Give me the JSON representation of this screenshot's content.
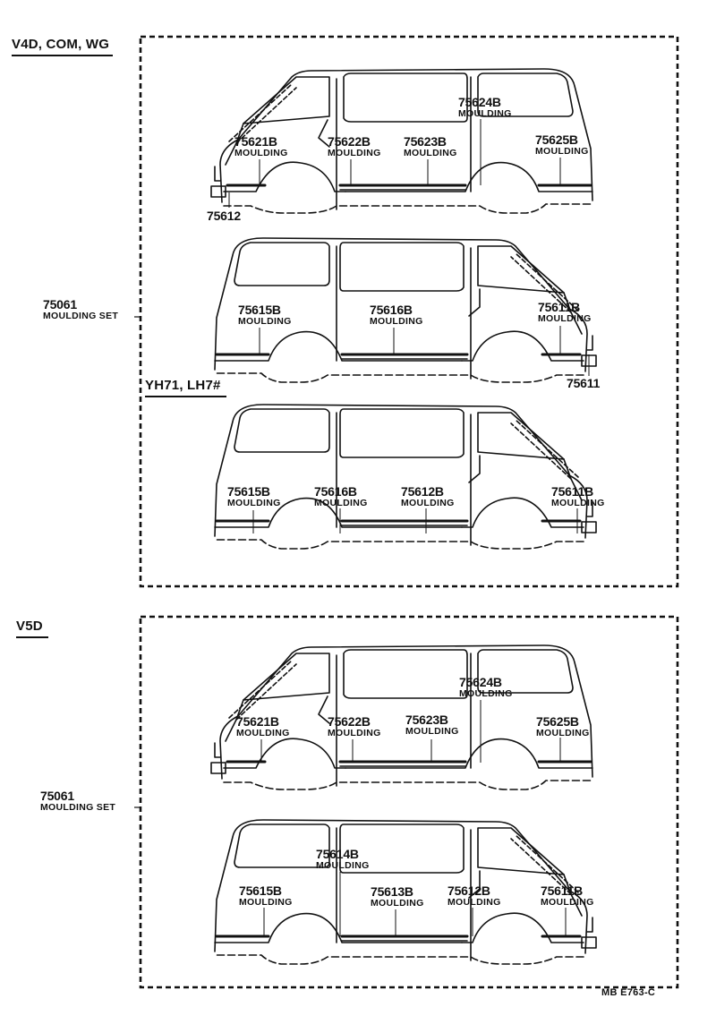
{
  "sections": {
    "v4d": "V4D, COM, WG",
    "yh71": "YH71, LH7#",
    "v5d": "V5D"
  },
  "moulding_word": "MOULDING",
  "moulding_set": {
    "number": "75061",
    "label": "MOULDING SET"
  },
  "parts": {
    "p75612": "75612",
    "p75611": "75611",
    "p75621B": "75621B",
    "p75622B": "75622B",
    "p75623B": "75623B",
    "p75624B": "75624B",
    "p75625B": "75625B",
    "p75615B": "75615B",
    "p75616B": "75616B",
    "p75611B": "75611B",
    "p75612B": "75612B",
    "p75613B": "75613B",
    "p75614B": "75614B"
  },
  "footer_code": "MB  E763-C"
}
